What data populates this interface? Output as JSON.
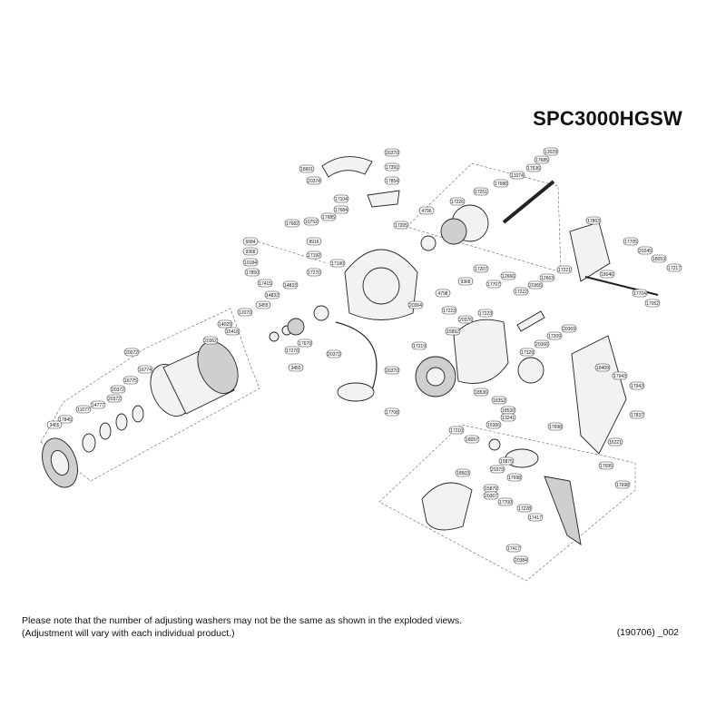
{
  "title": "SPC3000HGSW",
  "footer": {
    "note_line1": "Please note that the number of adjusting washers may not be the same as shown in the exploded views.",
    "note_line2": "(Adjustment will vary with each individual product.)",
    "code": "(190706) _002"
  },
  "parts": [
    "20370",
    "17391",
    "18601",
    "20374",
    "17854",
    "17104",
    "17684",
    "17685",
    "10752",
    "17682",
    "13029",
    "17685",
    "17636",
    "13374",
    "17688",
    "17251",
    "17226",
    "4796",
    "17205",
    "17207",
    "4798",
    "9368",
    "6684",
    "9368",
    "10184",
    "17850",
    "17415",
    "8916",
    "17192",
    "17190",
    "17276",
    "14833",
    "14832",
    "3455",
    "12070",
    "14029",
    "15418",
    "20362",
    "20072",
    "16774",
    "16775",
    "20372",
    "20372",
    "14777",
    "11077",
    "17845",
    "3455",
    "3455",
    "17276",
    "17670",
    "20373",
    "20364",
    "20370",
    "17708",
    "12666",
    "17707",
    "20365",
    "17222",
    "12663",
    "17221",
    "17863",
    "18046",
    "17705",
    "20245",
    "18053",
    "17217",
    "17704",
    "17052",
    "17223",
    "20376",
    "17223",
    "15892",
    "20369",
    "17209",
    "17219",
    "17329",
    "20366",
    "18409",
    "17943",
    "17943",
    "17837",
    "18352",
    "18536",
    "18530",
    "13241",
    "17698",
    "15366",
    "18057",
    "17210",
    "16221",
    "17695",
    "15875",
    "20379",
    "17698",
    "18503",
    "15879",
    "20367",
    "17698",
    "17700",
    "17228",
    "17417",
    "17417",
    "20384"
  ]
}
